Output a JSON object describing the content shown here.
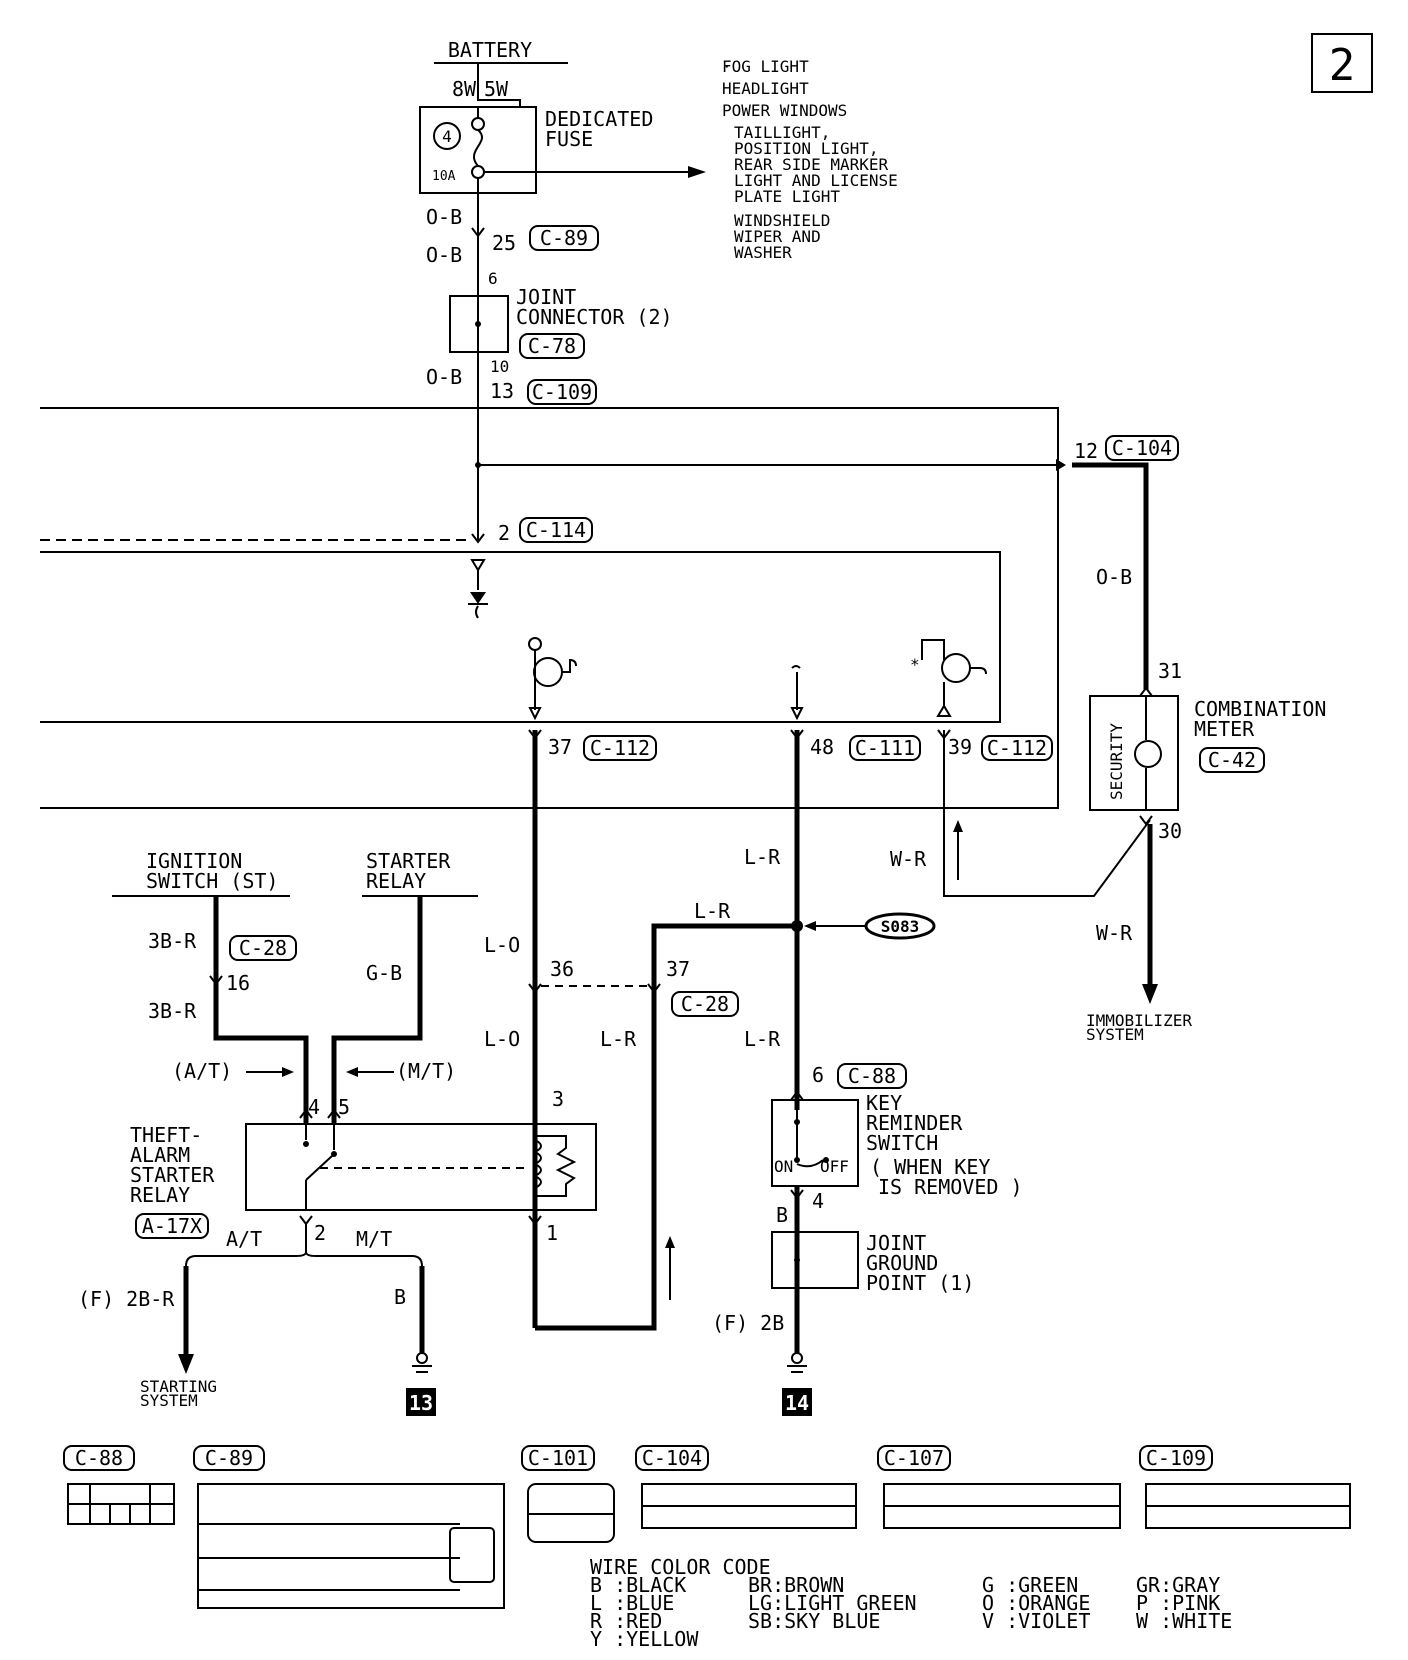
{
  "page_number": "2",
  "battery": {
    "label": "BATTERY",
    "left_circuit": "8W",
    "right_circuit": "5W"
  },
  "fuse": {
    "label_line1": "DEDICATED",
    "label_line2": "FUSE",
    "number": "4",
    "rating": "10A"
  },
  "fuse_outputs": {
    "l1": "FOG LIGHT",
    "l2": "HEADLIGHT",
    "l3": "POWER WINDOWS",
    "l4": "TAILLIGHT,",
    "l5": "POSITION LIGHT,",
    "l6": "REAR SIDE MARKER",
    "l7": "LIGHT AND LICENSE",
    "l8": "PLATE LIGHT",
    "l9": "WINDSHIELD",
    "l10": "WIPER AND",
    "l11": "WASHER"
  },
  "wires": {
    "ob": "O-B",
    "lr": "L-R",
    "wr": "W-R",
    "lo": "L-O",
    "b3r": "3B-R",
    "gb": "G-B",
    "b": "B",
    "f2br": "(F) 2B-R",
    "f2b": "(F) 2B"
  },
  "connectors": {
    "c89": "C-89",
    "c78": "C-78",
    "c109": "C-109",
    "c104": "C-104",
    "c114": "C-114",
    "c112": "C-112",
    "c111": "C-111",
    "c42": "C-42",
    "c28": "C-28",
    "c88": "C-88",
    "a17x": "A-17X",
    "c101": "C-101",
    "c107": "C-107"
  },
  "pins": {
    "p25": "25",
    "p6": "6",
    "p10": "10",
    "p13": "13",
    "p12": "12",
    "p2": "2",
    "p37": "37",
    "p48": "48",
    "p39": "39",
    "p31": "31",
    "p30": "30",
    "p16": "16",
    "p36": "36",
    "p3": "3",
    "p4": "4",
    "p5": "5",
    "p1": "1"
  },
  "joint_connector": {
    "line1": "JOINT",
    "line2": "CONNECTOR (2)"
  },
  "combination_meter": {
    "line1": "COMBINATION",
    "line2": "METER",
    "security": "SECURITY"
  },
  "immobilizer": {
    "line1": "IMMOBILIZER",
    "line2": "SYSTEM"
  },
  "ignition_switch": {
    "line1": "IGNITION",
    "line2": "SWITCH (ST)"
  },
  "starter_relay": {
    "line1": "STARTER",
    "line2": "RELAY"
  },
  "splice": "S083",
  "at_label": "(A/T)",
  "mt_label": "(M/T)",
  "at_short": "A/T",
  "mt_short": "M/T",
  "theft_relay": {
    "l1": "THEFT-",
    "l2": "ALARM",
    "l3": "STARTER",
    "l4": "RELAY"
  },
  "key_reminder": {
    "l1": "KEY",
    "l2": "REMINDER",
    "l3": "SWITCH",
    "l4": "( WHEN KEY",
    "l5": "IS REMOVED )",
    "on": "ON",
    "off": "OFF"
  },
  "joint_ground": {
    "l1": "JOINT",
    "l2": "GROUND",
    "l3": "POINT (1)"
  },
  "starting_system": {
    "line1": "STARTING",
    "line2": "SYSTEM"
  },
  "ground_refs": {
    "g13": "13",
    "g14": "14"
  },
  "wire_color_code": {
    "title": "WIRE COLOR CODE",
    "entries": [
      "B :BLACK",
      "L :BLUE",
      "R :RED",
      "Y :YELLOW",
      "BR:BROWN",
      "LG:LIGHT GREEN",
      "SB:SKY BLUE",
      "G :GREEN",
      "O :ORANGE",
      "V :VIOLET",
      "GR:GRAY",
      "P :PINK",
      "W :WHITE"
    ]
  }
}
